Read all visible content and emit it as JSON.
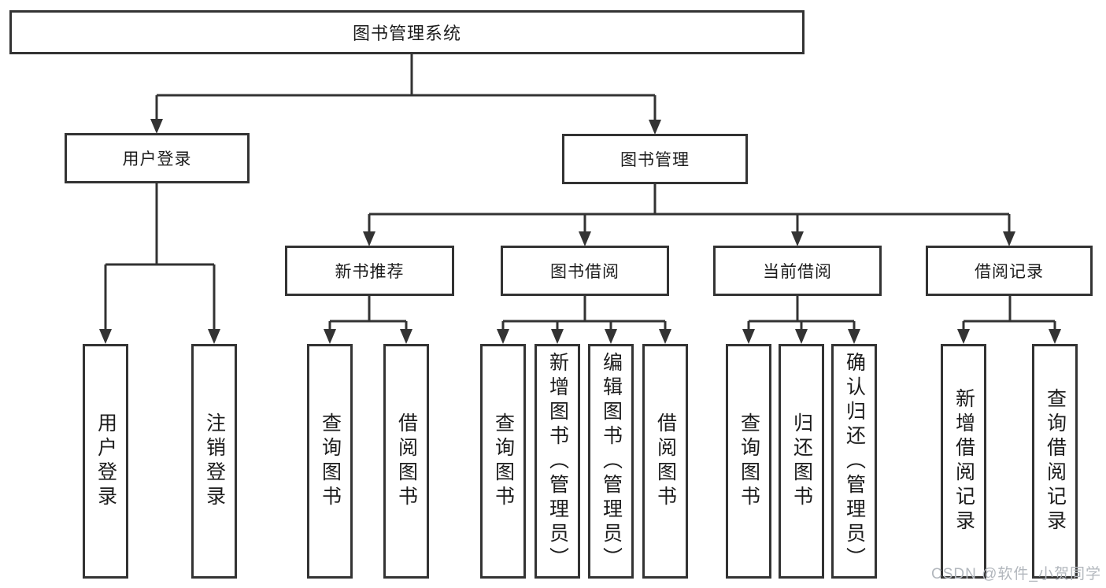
{
  "title": "图书管理系统",
  "nodes": [
    {
      "id": "root",
      "label": "图书管理系统"
    },
    {
      "id": "user-login",
      "label": "用户登录"
    },
    {
      "id": "book-management",
      "label": "图书管理"
    },
    {
      "id": "new-book-recommend",
      "label": "新书推荐"
    },
    {
      "id": "book-borrowing",
      "label": "图书借阅"
    },
    {
      "id": "current-borrowing",
      "label": "当前借阅"
    },
    {
      "id": "borrowing-records",
      "label": "借阅记录"
    },
    {
      "id": "leaf-user-login",
      "label": "用户登录"
    },
    {
      "id": "leaf-logout",
      "label": "注销登录"
    },
    {
      "id": "leaf-query-books-1",
      "label": "查询图书"
    },
    {
      "id": "leaf-borrow-books-1",
      "label": "借阅图书"
    },
    {
      "id": "leaf-query-books-2",
      "label": "查询图书"
    },
    {
      "id": "leaf-add-books",
      "label": "新增图书（管理员）"
    },
    {
      "id": "leaf-edit-books",
      "label": "编辑图书（管理员）"
    },
    {
      "id": "leaf-borrow-books-2",
      "label": "借阅图书"
    },
    {
      "id": "leaf-query-books-3",
      "label": "查询图书"
    },
    {
      "id": "leaf-return-books",
      "label": "归还图书"
    },
    {
      "id": "leaf-confirm-return",
      "label": "确认归还（管理员）"
    },
    {
      "id": "leaf-add-borrow-record",
      "label": "新增借阅记录"
    },
    {
      "id": "leaf-query-borrow-record",
      "label": "查询借阅记录"
    }
  ],
  "relations": [
    {
      "from": "root",
      "to": "user-login"
    },
    {
      "from": "root",
      "to": "book-management"
    },
    {
      "from": "user-login",
      "to": "leaf-user-login"
    },
    {
      "from": "user-login",
      "to": "leaf-logout"
    },
    {
      "from": "book-management",
      "to": "new-book-recommend"
    },
    {
      "from": "book-management",
      "to": "book-borrowing"
    },
    {
      "from": "book-management",
      "to": "current-borrowing"
    },
    {
      "from": "book-management",
      "to": "borrowing-records"
    },
    {
      "from": "new-book-recommend",
      "to": "leaf-query-books-1"
    },
    {
      "from": "new-book-recommend",
      "to": "leaf-borrow-books-1"
    },
    {
      "from": "book-borrowing",
      "to": "leaf-query-books-2"
    },
    {
      "from": "book-borrowing",
      "to": "leaf-add-books"
    },
    {
      "from": "book-borrowing",
      "to": "leaf-edit-books"
    },
    {
      "from": "book-borrowing",
      "to": "leaf-borrow-books-2"
    },
    {
      "from": "current-borrowing",
      "to": "leaf-query-books-3"
    },
    {
      "from": "current-borrowing",
      "to": "leaf-return-books"
    },
    {
      "from": "current-borrowing",
      "to": "leaf-confirm-return"
    },
    {
      "from": "borrowing-records",
      "to": "leaf-add-borrow-record"
    },
    {
      "from": "borrowing-records",
      "to": "leaf-query-borrow-record"
    }
  ],
  "watermark": "CSDN @软件_小贺同学",
  "colors": {
    "line": "#333333",
    "border": "#333333",
    "text": "#1c1c1c",
    "watermark": "#b2b7bd",
    "background": "#ffffff"
  }
}
